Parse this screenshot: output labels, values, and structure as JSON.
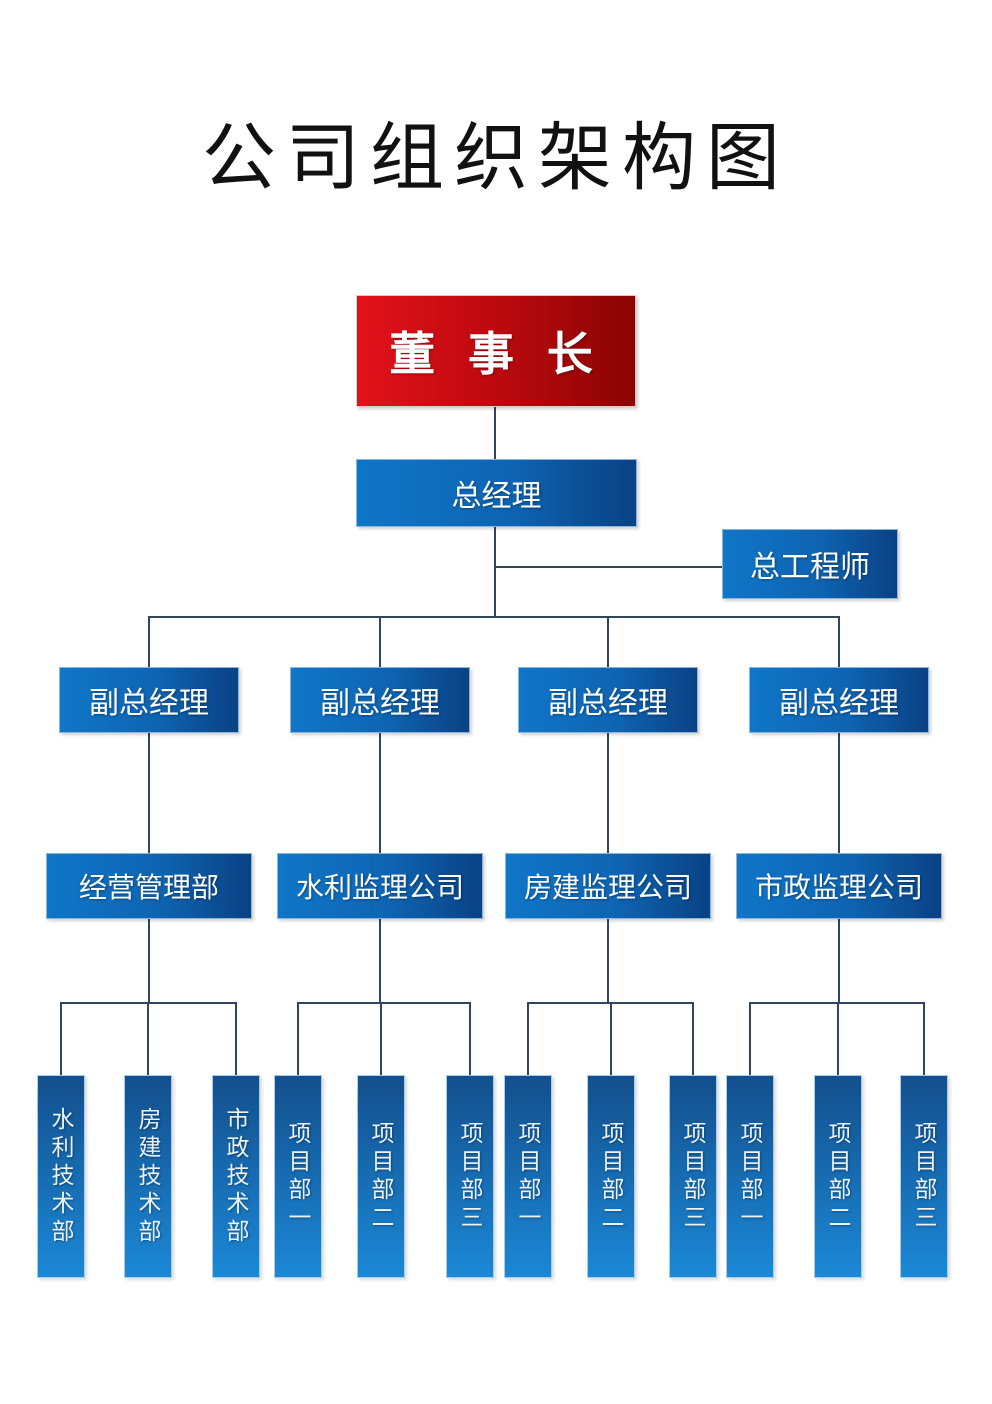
{
  "page": {
    "title": "公司组织架构图"
  },
  "colors": {
    "title_color": "#111111",
    "text_color": "#ffffff",
    "connector": "#31465c",
    "chairman_start": "#e4111a",
    "chairman_mid": "#c00a10",
    "chairman_end": "#8b0404",
    "box_start": "#1076c8",
    "box_mid": "#0e64b2",
    "box_end": "#0a4184",
    "box_border": "#8ab6dc",
    "vbox_top": "#134f8d",
    "vbox_bottom": "#1b88d6"
  },
  "org": {
    "chairman": {
      "label": "董 事 长"
    },
    "general_manager": {
      "label": "总经理"
    },
    "chief_engineer": {
      "label": "总工程师"
    },
    "deputies": [
      {
        "label": "副总经理"
      },
      {
        "label": "副总经理"
      },
      {
        "label": "副总经理"
      },
      {
        "label": "副总经理"
      }
    ],
    "departments": [
      {
        "label": "经营管理部",
        "children": [
          "水利技术部",
          "房建技术部",
          "市政技术部"
        ]
      },
      {
        "label": "水利监理公司",
        "children": [
          "项目部一",
          "项目部二",
          "项目部三"
        ]
      },
      {
        "label": "房建监理公司",
        "children": [
          "项目部一",
          "项目部二",
          "项目部三"
        ]
      },
      {
        "label": "市政监理公司",
        "children": [
          "项目部一",
          "项目部二",
          "项目部三"
        ]
      }
    ]
  }
}
